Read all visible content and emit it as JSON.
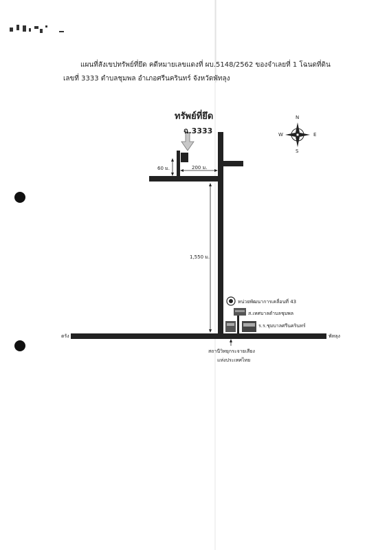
{
  "header": {
    "line1": "แผนที่สังเขปทรัพย์ที่ยึด คดีหมายเลขแดงที่ ผบ.5148/2562 ของจำเลยที่ 1 โฉนดที่ดิน",
    "line2": "เลขที่ 3333 ตำบลชุมพล อำเภอศรีนครินทร์ จังหวัดพัทลุง"
  },
  "map": {
    "title": "ทรัพย์ที่ยึด",
    "parcel_label": "ฉ.3333",
    "dimensions": {
      "north_spur": "60 ม.",
      "west_spur": "200 ม.",
      "main_road": "1,550 ม."
    },
    "landmarks": [
      {
        "name": "หน่วยพัฒนาการเคลื่อนที่ 43",
        "icon": "emblem-icon"
      },
      {
        "name": "ส.เทศบาลตำบลชุมพล",
        "icon": "building-icon"
      },
      {
        "name": "ร.ร.ชุมบาลศรีนครินทร์",
        "icon": "school-icon"
      }
    ],
    "road_ends": {
      "west": "ตรัง",
      "east": "พัทลุง"
    },
    "station": {
      "line1": "สถานีวิทยุกระจายเสียง",
      "line2": "แห่งประเทศไทย"
    },
    "compass": {
      "north": "N",
      "south": "S",
      "east": "E",
      "west": "W"
    }
  },
  "colors": {
    "road": "#222222",
    "arrow": "#bdbdbd",
    "paper": "#ffffff"
  }
}
